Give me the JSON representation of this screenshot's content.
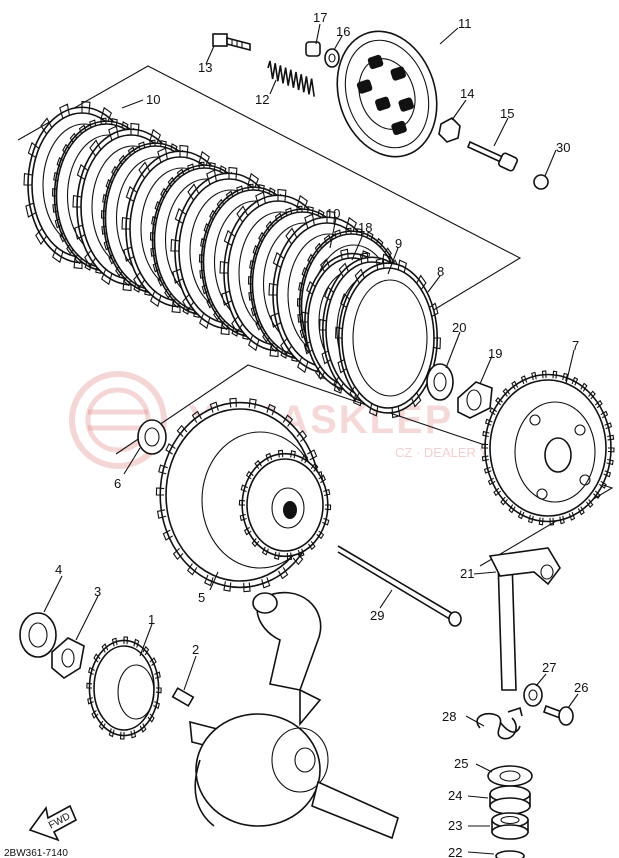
{
  "labels": {
    "p1": "1",
    "p2": "2",
    "p3": "3",
    "p4": "4",
    "p5": "5",
    "p6": "6",
    "p7": "7",
    "p8": "8",
    "p9": "9",
    "p10a": "10",
    "p10b": "10",
    "p11": "11",
    "p12": "12",
    "p13": "13",
    "p14": "14",
    "p15": "15",
    "p16": "16",
    "p17": "17",
    "p18": "18",
    "p19": "19",
    "p20": "20",
    "p21": "21",
    "p22": "22",
    "p23": "23",
    "p24": "24",
    "p25": "25",
    "p26": "26",
    "p27": "27",
    "p28": "28",
    "p29": "29",
    "p30": "30"
  },
  "diagram_code": "2BW361-7140",
  "fwd_label": "FWD",
  "watermark": {
    "brand": "YAMASKLEP",
    "dealer_line": "CZ · DEALER YA"
  },
  "colors": {
    "ink": "#111111",
    "watermark": "#dd7777"
  }
}
